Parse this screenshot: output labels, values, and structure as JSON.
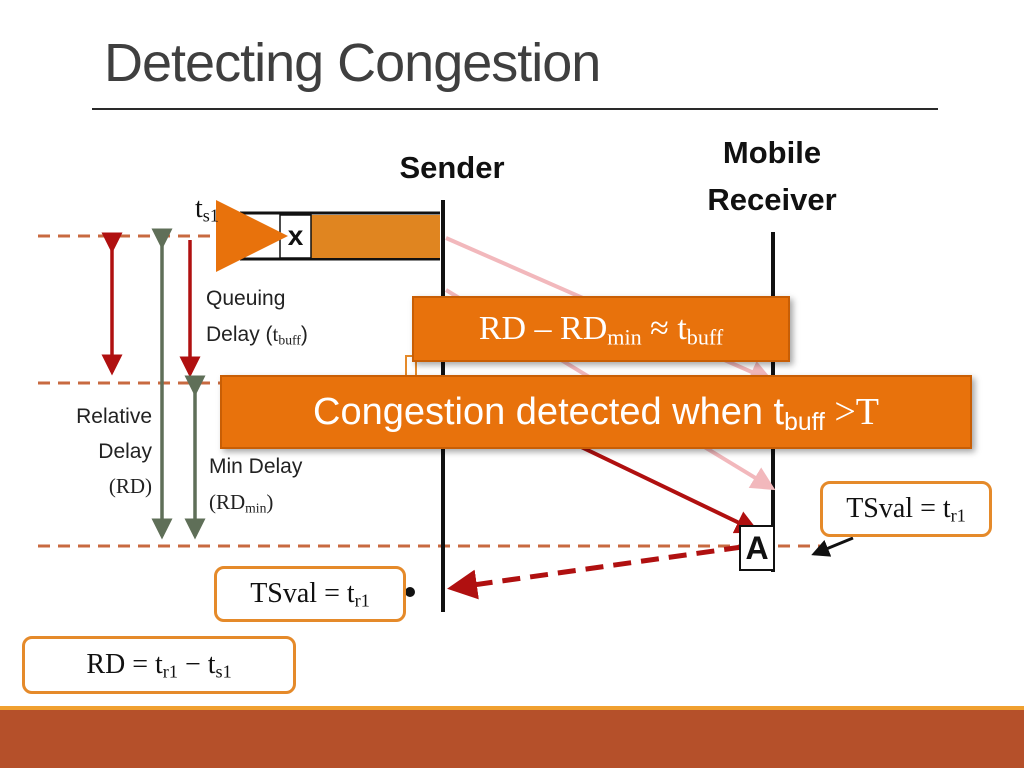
{
  "slide": {
    "title": "Detecting Congestion"
  },
  "endpoints": {
    "sender": "Sender",
    "receiver_line1": "Mobile",
    "receiver_line2": "Receiver"
  },
  "packet": {
    "send_time_base": "t",
    "send_time_sub": "s1",
    "marker": "x",
    "ack_marker": "A"
  },
  "labels": {
    "queuing_line1": "Queuing",
    "queuing_line2_pre": "Delay (",
    "queuing_line2_base": "t",
    "queuing_line2_sub": "buff",
    "queuing_line2_post": ")",
    "relative_line1": "Relative",
    "relative_line2": "Delay",
    "relative_line3": "(RD)",
    "min_line1": "Min Delay",
    "min_line2_pre": "(RD",
    "min_line2_sub": "min",
    "min_line2_post": ")"
  },
  "callouts": {
    "rd_formula_pre": "RD – RD",
    "rd_formula_sub1": "min",
    "rd_formula_mid": " ≈ t",
    "rd_formula_sub2": "buff",
    "congestion_pre": "Congestion detected when t",
    "congestion_sub": "buff",
    "congestion_post": " >T"
  },
  "boxes": {
    "tsval_receiver_pre": "TSval = t",
    "tsval_receiver_sub": "r1",
    "tsval_sender_pre": "TSval = t",
    "tsval_sender_sub": "r1",
    "rd_eq_pre": "RD = t",
    "rd_eq_sub1": "r1",
    "rd_eq_mid": " − t",
    "rd_eq_sub2": "s1"
  },
  "colors": {
    "accent_orange": "#e8720c",
    "dark_red": "#b01010",
    "light_pink": "#f2b8bc",
    "dash_brown": "#c86a40",
    "green_gray": "#5f6f58",
    "footer": "#b5502a"
  }
}
